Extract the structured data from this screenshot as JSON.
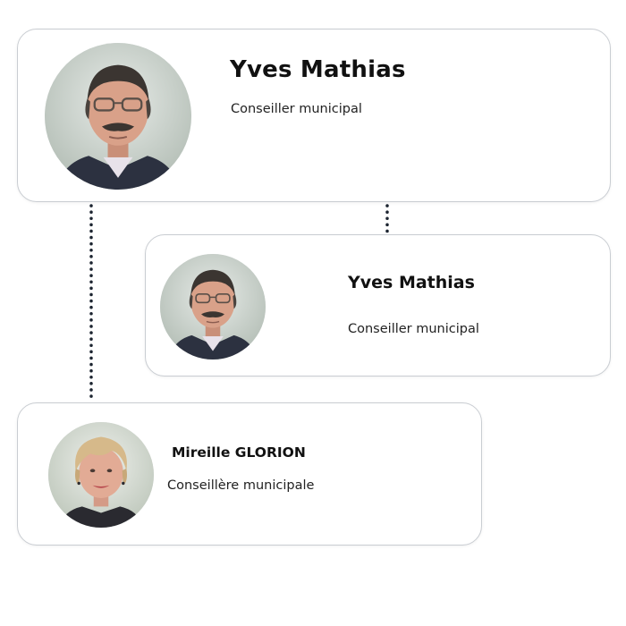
{
  "members": [
    {
      "name": "Yves Mathias",
      "role": "Conseiller municipal",
      "photo": "portrait-man"
    },
    {
      "name": "Yves Mathias",
      "role": "Conseiller municipal",
      "photo": "portrait-man"
    },
    {
      "name": "Mireille GLORION",
      "role": "Conseillère municipale",
      "photo": "portrait-woman"
    }
  ],
  "colors": {
    "card_border": "#c9cdd2",
    "connector": "#1c2430",
    "name_text": "#111111",
    "role_text": "#222222"
  }
}
